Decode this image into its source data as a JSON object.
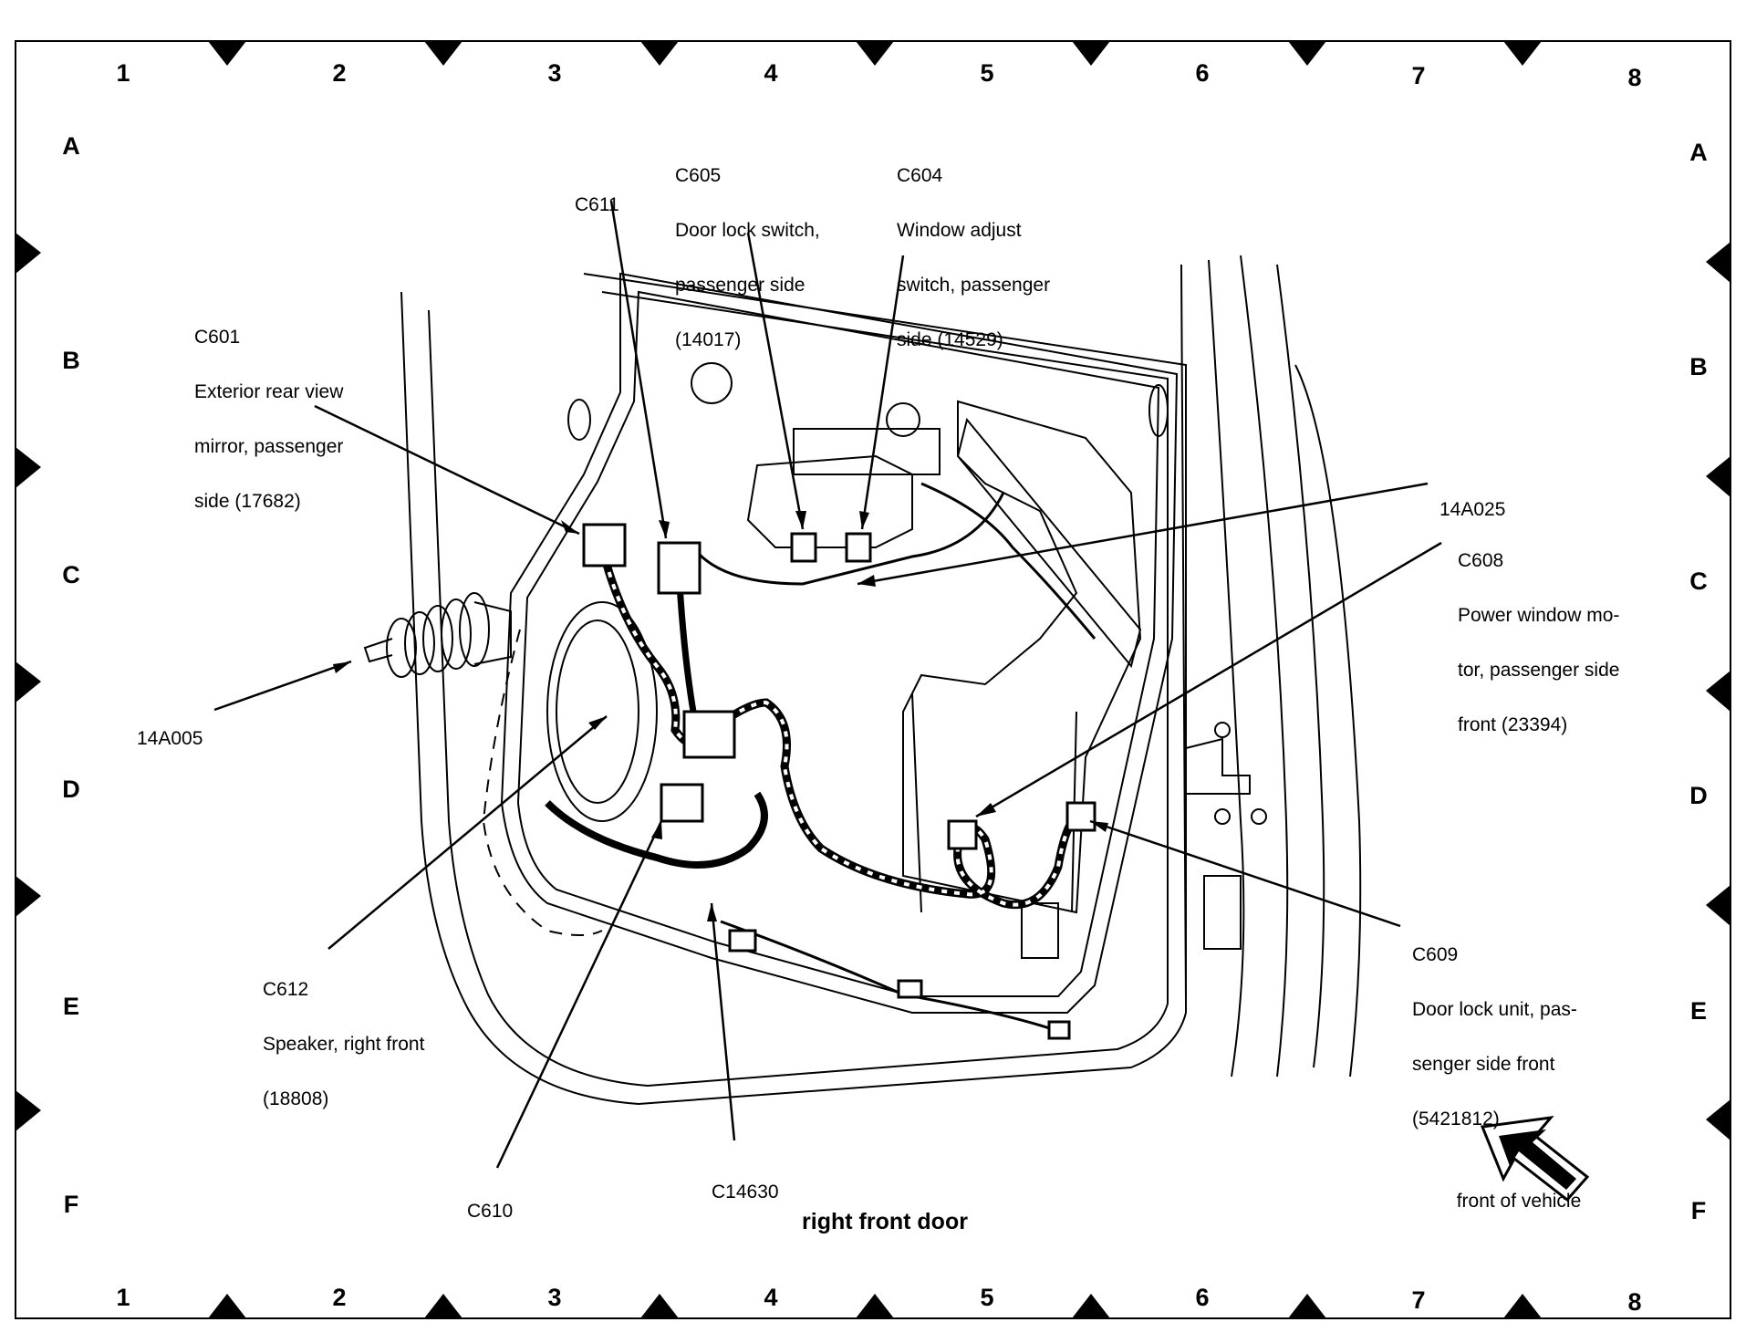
{
  "diagram": {
    "title": "right front door",
    "orientation_label": "front of vehicle",
    "grid": {
      "columns": [
        "1",
        "2",
        "3",
        "4",
        "5",
        "6",
        "7",
        "8"
      ],
      "rows": [
        "A",
        "B",
        "C",
        "D",
        "E",
        "F"
      ]
    },
    "callouts": {
      "c601": {
        "id": "C601",
        "lines": [
          "Exterior rear view",
          "mirror, passenger",
          "side (17682)"
        ]
      },
      "c611": {
        "id": "C611",
        "lines": []
      },
      "c605": {
        "id": "C605",
        "lines": [
          "Door lock switch,",
          "passenger side",
          "(14017)"
        ]
      },
      "c604": {
        "id": "C604",
        "lines": [
          "Window adjust",
          "switch, passenger",
          "side (14529)"
        ]
      },
      "w14a025": {
        "id": "14A025",
        "lines": []
      },
      "c608": {
        "id": "C608",
        "lines": [
          "Power window mo-",
          "tor, passenger side",
          "front (23394)"
        ]
      },
      "w14a005": {
        "id": "14A005",
        "lines": []
      },
      "c612": {
        "id": "C612",
        "lines": [
          "Speaker, right front",
          "(18808)"
        ]
      },
      "c609": {
        "id": "C609",
        "lines": [
          "Door lock unit, pas-",
          "senger side front",
          "(5421812)"
        ]
      },
      "c610": {
        "id": "C610",
        "lines": []
      },
      "c14630": {
        "id": "C14630",
        "lines": []
      }
    }
  }
}
